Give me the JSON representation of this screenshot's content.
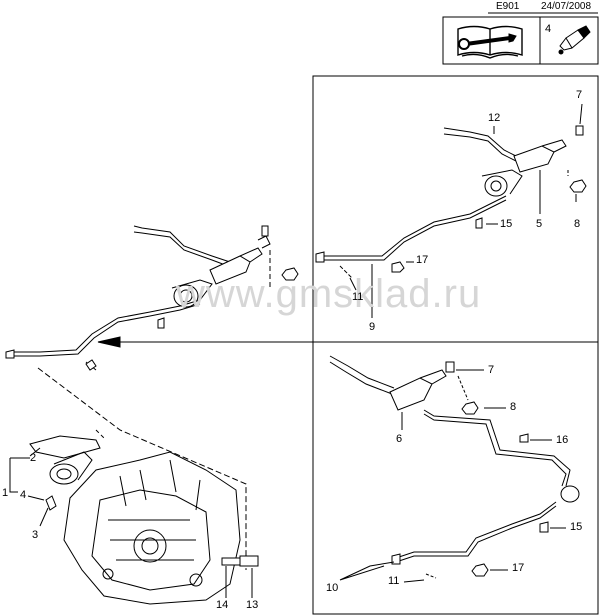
{
  "header": {
    "code": "E901",
    "date": "24/07/2008"
  },
  "box": {
    "qty": "4"
  },
  "watermark": "www.gmsklad.ru",
  "callouts": {
    "c1": "1",
    "c2": "2",
    "c3": "3",
    "c4": "4",
    "c5": "5",
    "c6": "6",
    "c7": "7",
    "c8": "8",
    "c9": "9",
    "c10": "10",
    "c11": "11",
    "c12": "12",
    "c13": "13",
    "c14": "14",
    "c15": "15",
    "c16": "16",
    "c17": "17"
  },
  "icons": [
    "repair-manual-icon",
    "wrench-icon",
    "grease-tube-icon",
    "transmission-icon"
  ],
  "colors": {
    "line": "#000000",
    "part_fill": "#ffffff",
    "watermark": "#d6d6d6"
  }
}
